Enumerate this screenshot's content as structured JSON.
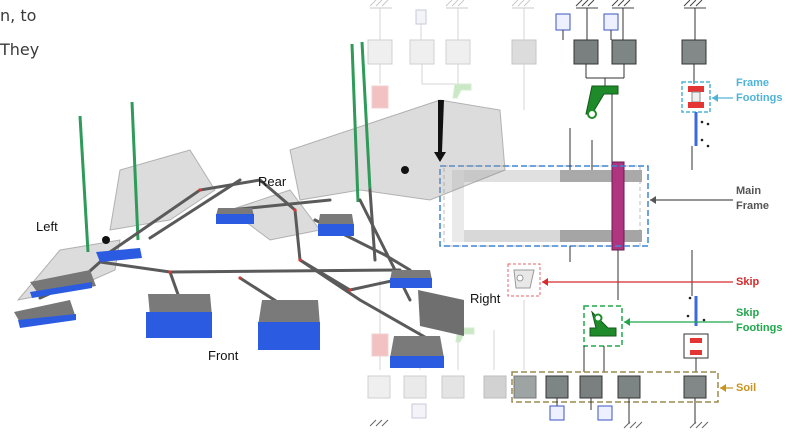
{
  "intro_text": {
    "line1": "n, to",
    "line2": "They"
  },
  "model_labels": {
    "left": "Left",
    "rear": "Rear",
    "right": "Right",
    "front": "Front"
  },
  "callouts": {
    "frame_footings": {
      "line1": "Frame",
      "line2": "Footings",
      "color": "#4fb3d9"
    },
    "main_frame": {
      "line1": "Main",
      "line2": "Frame",
      "color": "#555555"
    },
    "skip": {
      "label": "Skip",
      "color": "#d42a2a"
    },
    "skip_footings": {
      "line1": "Skip",
      "line2": "Footings",
      "color": "#1fa84a"
    },
    "soil": {
      "label": "Soil",
      "color": "#c8941e"
    }
  },
  "colors": {
    "footing_blue": "#2b5be0",
    "footing_top": "#777777",
    "strut_green": "#2f9a5a",
    "frame_bar": "#b0b0b0",
    "frame_pink": "#b03580"
  }
}
